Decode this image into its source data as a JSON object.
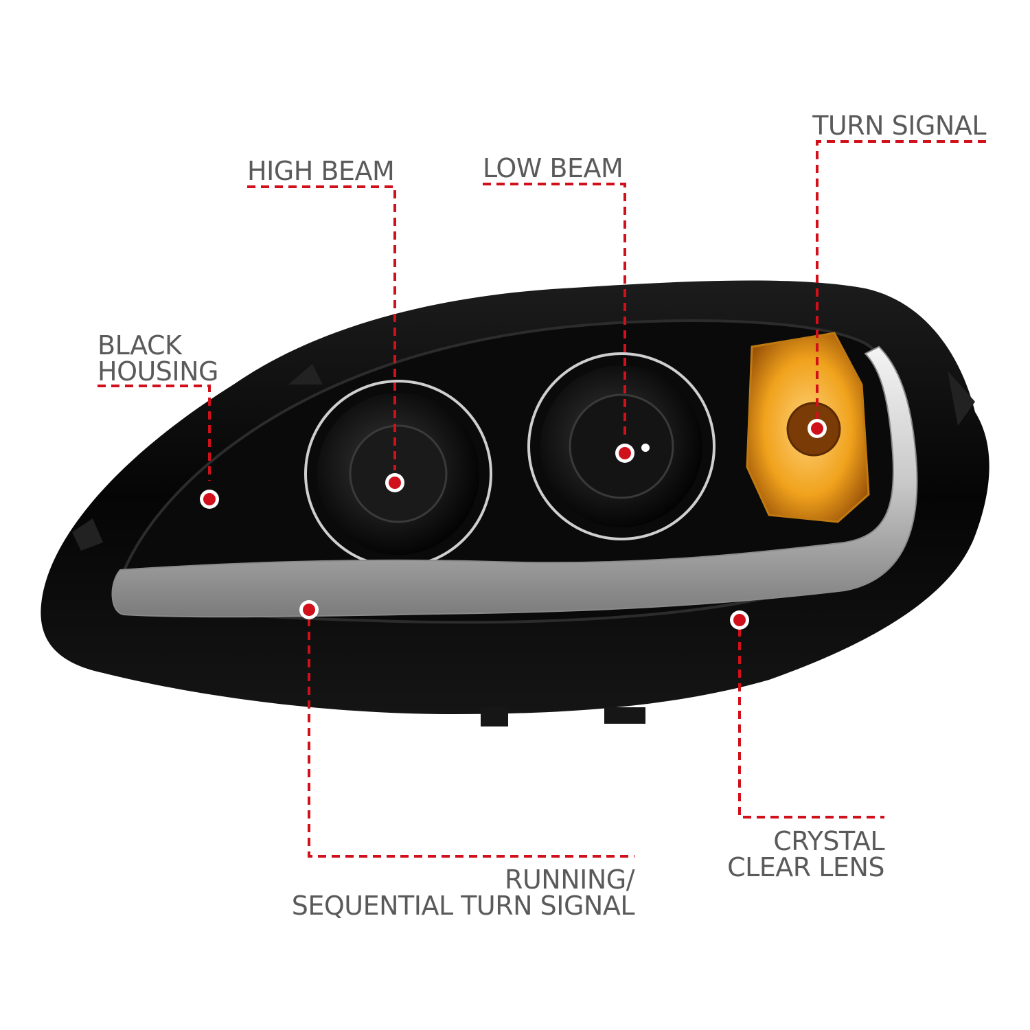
{
  "colors": {
    "accent": "#d0101a",
    "text": "#5a5a5a",
    "housing": "#0b0b0b",
    "amber": "#f0a21c"
  },
  "callouts": {
    "high_beam": {
      "lines": [
        "HIGH BEAM"
      ]
    },
    "low_beam": {
      "lines": [
        "LOW BEAM"
      ]
    },
    "turn_signal": {
      "lines": [
        "TURN SIGNAL"
      ]
    },
    "black_housing": {
      "lines": [
        "BLACK",
        "HOUSING"
      ]
    },
    "running_sequential": {
      "lines": [
        "RUNNING/",
        "SEQUENTIAL TURN SIGNAL"
      ]
    },
    "crystal_clear_lens": {
      "lines": [
        "CRYSTAL",
        "CLEAR LENS"
      ]
    }
  }
}
